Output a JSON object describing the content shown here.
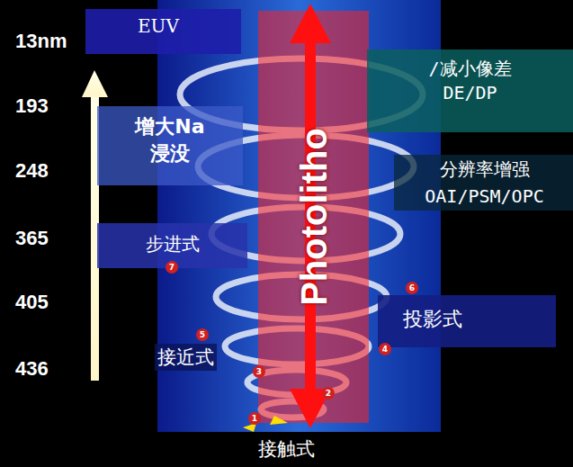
{
  "diagram": {
    "nodes": [
      {
        "text": [
          "EUV"
        ]
      },
      {
        "text": [
          "增大Na 浸没"
        ]
      },
      {
        "text": [
          "步进式"
        ]
      },
      {
        "text": [
          "/减小像差 DE/DP"
        ]
      },
      {
        "text": [
          "投影式"
        ]
      },
      {
        "text": [
          "Photolitho"
        ]
      }
    ],
    "labels": [
      "13nm",
      "193",
      "248",
      "365",
      "405",
      "436",
      "分辨率增强 OAI/PSM/OPC",
      "接近式",
      "接触式",
      "1",
      "2",
      "3",
      "4",
      "5",
      "6",
      "7"
    ]
  }
}
